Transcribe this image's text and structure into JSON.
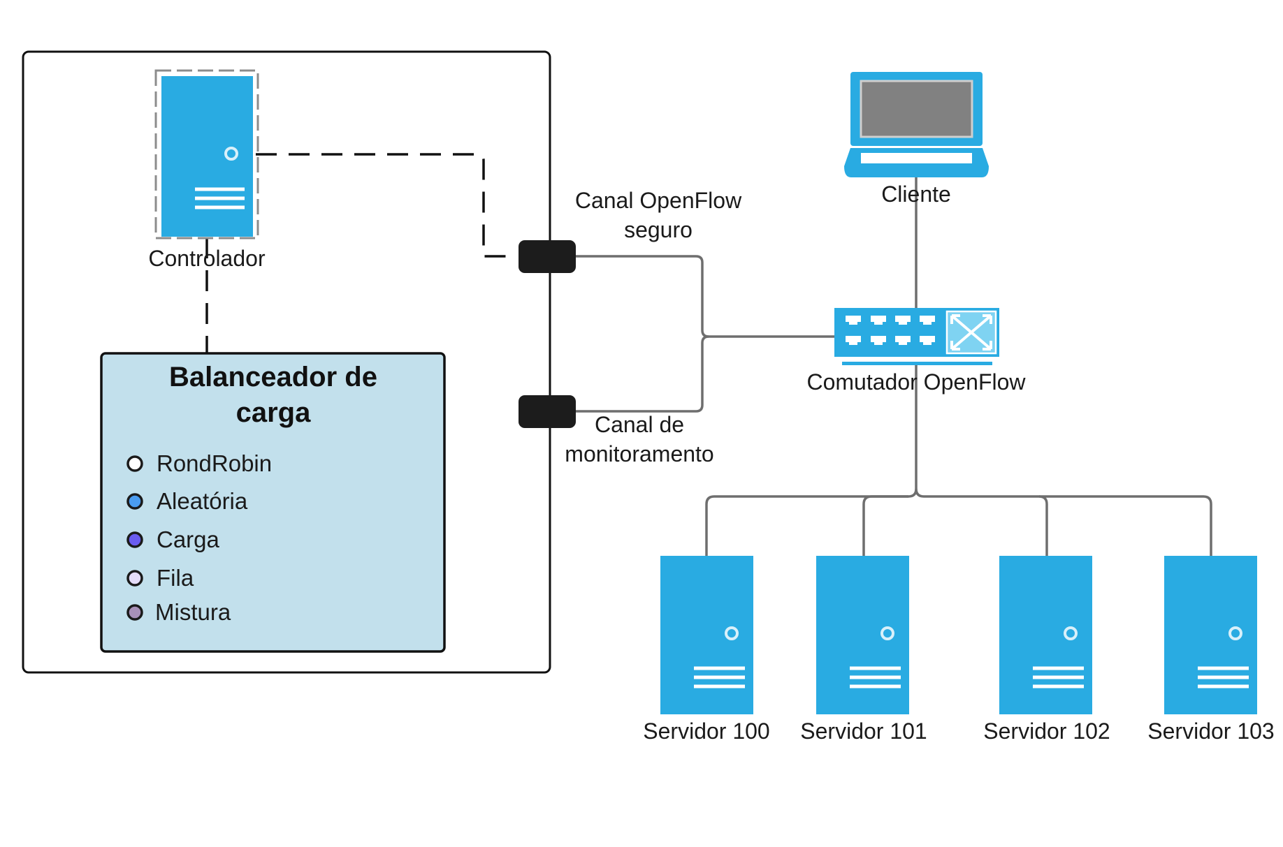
{
  "controller": {
    "label": "Controlador"
  },
  "balancer": {
    "title_line1": "Balanceador de",
    "title_line2": "carga",
    "options": [
      {
        "label": "RondRobin",
        "color": "#ffffff"
      },
      {
        "label": "Aleatória",
        "color": "#4a9cf0"
      },
      {
        "label": "Carga",
        "color": "#6a5cf0"
      },
      {
        "label": "Fila",
        "color": "#e4dcf8"
      },
      {
        "label": "Mistura",
        "color": "#a890b8"
      }
    ]
  },
  "channels": {
    "secure_line1": "Canal OpenFlow",
    "secure_line2": "seguro",
    "monitor_line1": "Canal de",
    "monitor_line2": "monitoramento"
  },
  "client": {
    "label": "Cliente"
  },
  "switch": {
    "label": "Comutador OpenFlow"
  },
  "servers": [
    {
      "label": "Servidor 100"
    },
    {
      "label": "Servidor 101"
    },
    {
      "label": "Servidor 102"
    },
    {
      "label": "Servidor 103"
    }
  ],
  "colors": {
    "device_blue": "#29abe2",
    "balancer_fill": "#c2e0ec",
    "line_gray": "#6e6e6e",
    "port_black": "#1c1c1c"
  }
}
